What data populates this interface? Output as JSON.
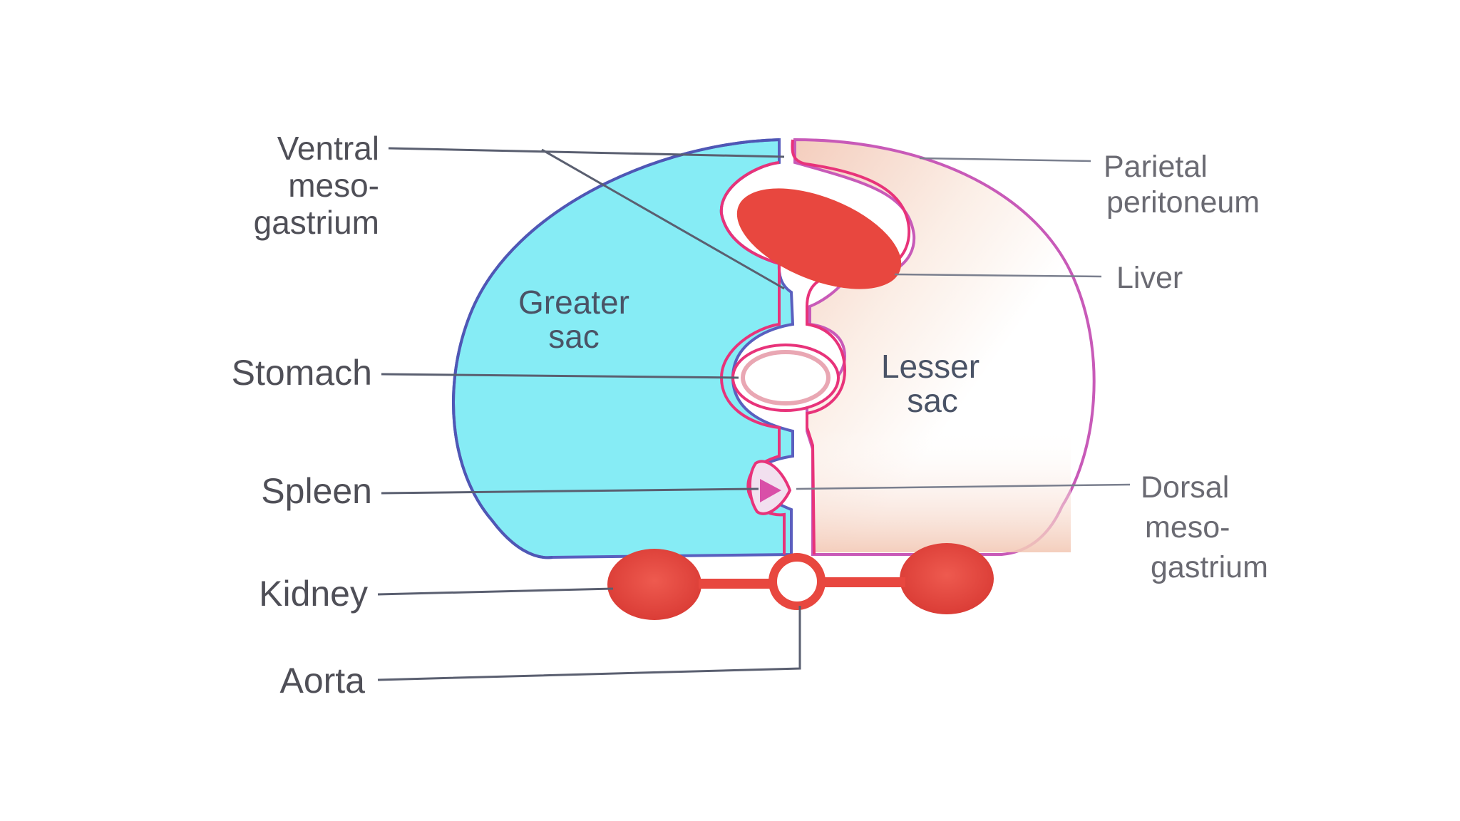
{
  "labels": {
    "ventral": [
      "Ventral",
      "meso-",
      "gastrium"
    ],
    "parietal": [
      "Parietal",
      "peritoneum"
    ],
    "liver": "Liver",
    "greater_sac": [
      "Greater",
      "sac"
    ],
    "lesser_sac": [
      "Lesser",
      "sac"
    ],
    "stomach": "Stomach",
    "spleen": "Spleen",
    "dorsal": [
      "Dorsal",
      "meso-",
      "gastrium"
    ],
    "kidney": "Kidney",
    "aorta": "Aorta"
  },
  "colors": {
    "greater_sac_fill": "#86ecf5",
    "greater_sac_outline": "#5a5fbf",
    "lesser_sac_outline": "#c85ab8",
    "peritoneum_line": "#e8337a",
    "organ_red": "#e8473f",
    "parietal_tint": "#f6d7c8",
    "text": "#4f4f57"
  }
}
